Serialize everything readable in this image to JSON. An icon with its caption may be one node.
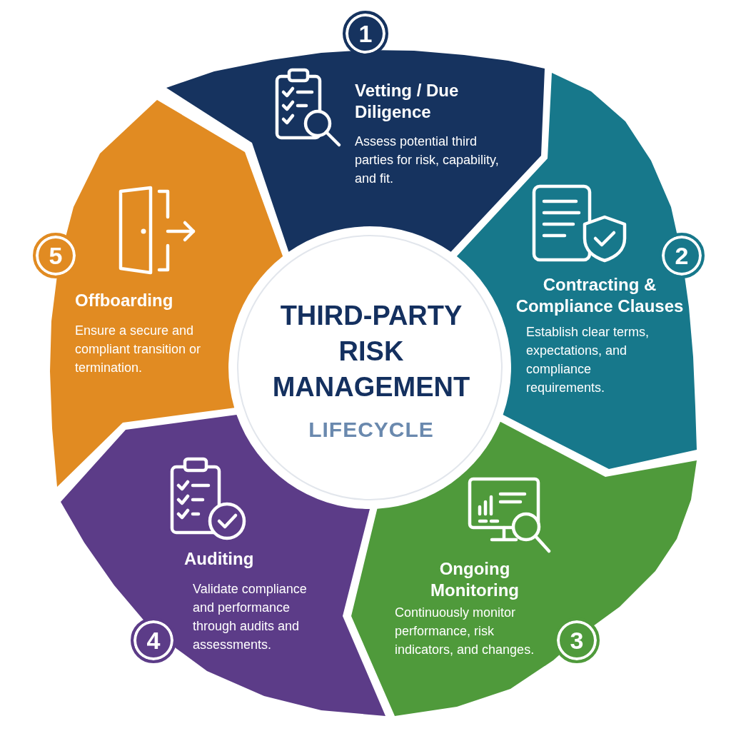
{
  "diagram": {
    "nodes": [
      {
        "text": [
          "THIRD-PARTY RISK MANAGEMENT",
          "LIFECYCLE"
        ]
      },
      {
        "text": [
          "Vetting / Due Diligence",
          "Assess potential third parties for risk, capability, and fit."
        ]
      },
      {
        "text": [
          "1"
        ]
      },
      {
        "text": [
          "Contracting & Compliance Clauses",
          "Establish clear terms, expectations, and compliance requirements."
        ]
      },
      {
        "text": [
          "2"
        ]
      },
      {
        "text": [
          "Ongoing Monitoring",
          "Continuously monitor performance, risk indicators, and changes."
        ]
      },
      {
        "text": [
          "3"
        ]
      },
      {
        "text": [
          "Auditing",
          "Validate compliance and performance through audits and assessments."
        ]
      },
      {
        "text": [
          "4"
        ]
      },
      {
        "text": [
          "Offboarding",
          "Ensure a secure and compliant transition or termination."
        ]
      },
      {
        "text": [
          "5"
        ]
      }
    ]
  }
}
